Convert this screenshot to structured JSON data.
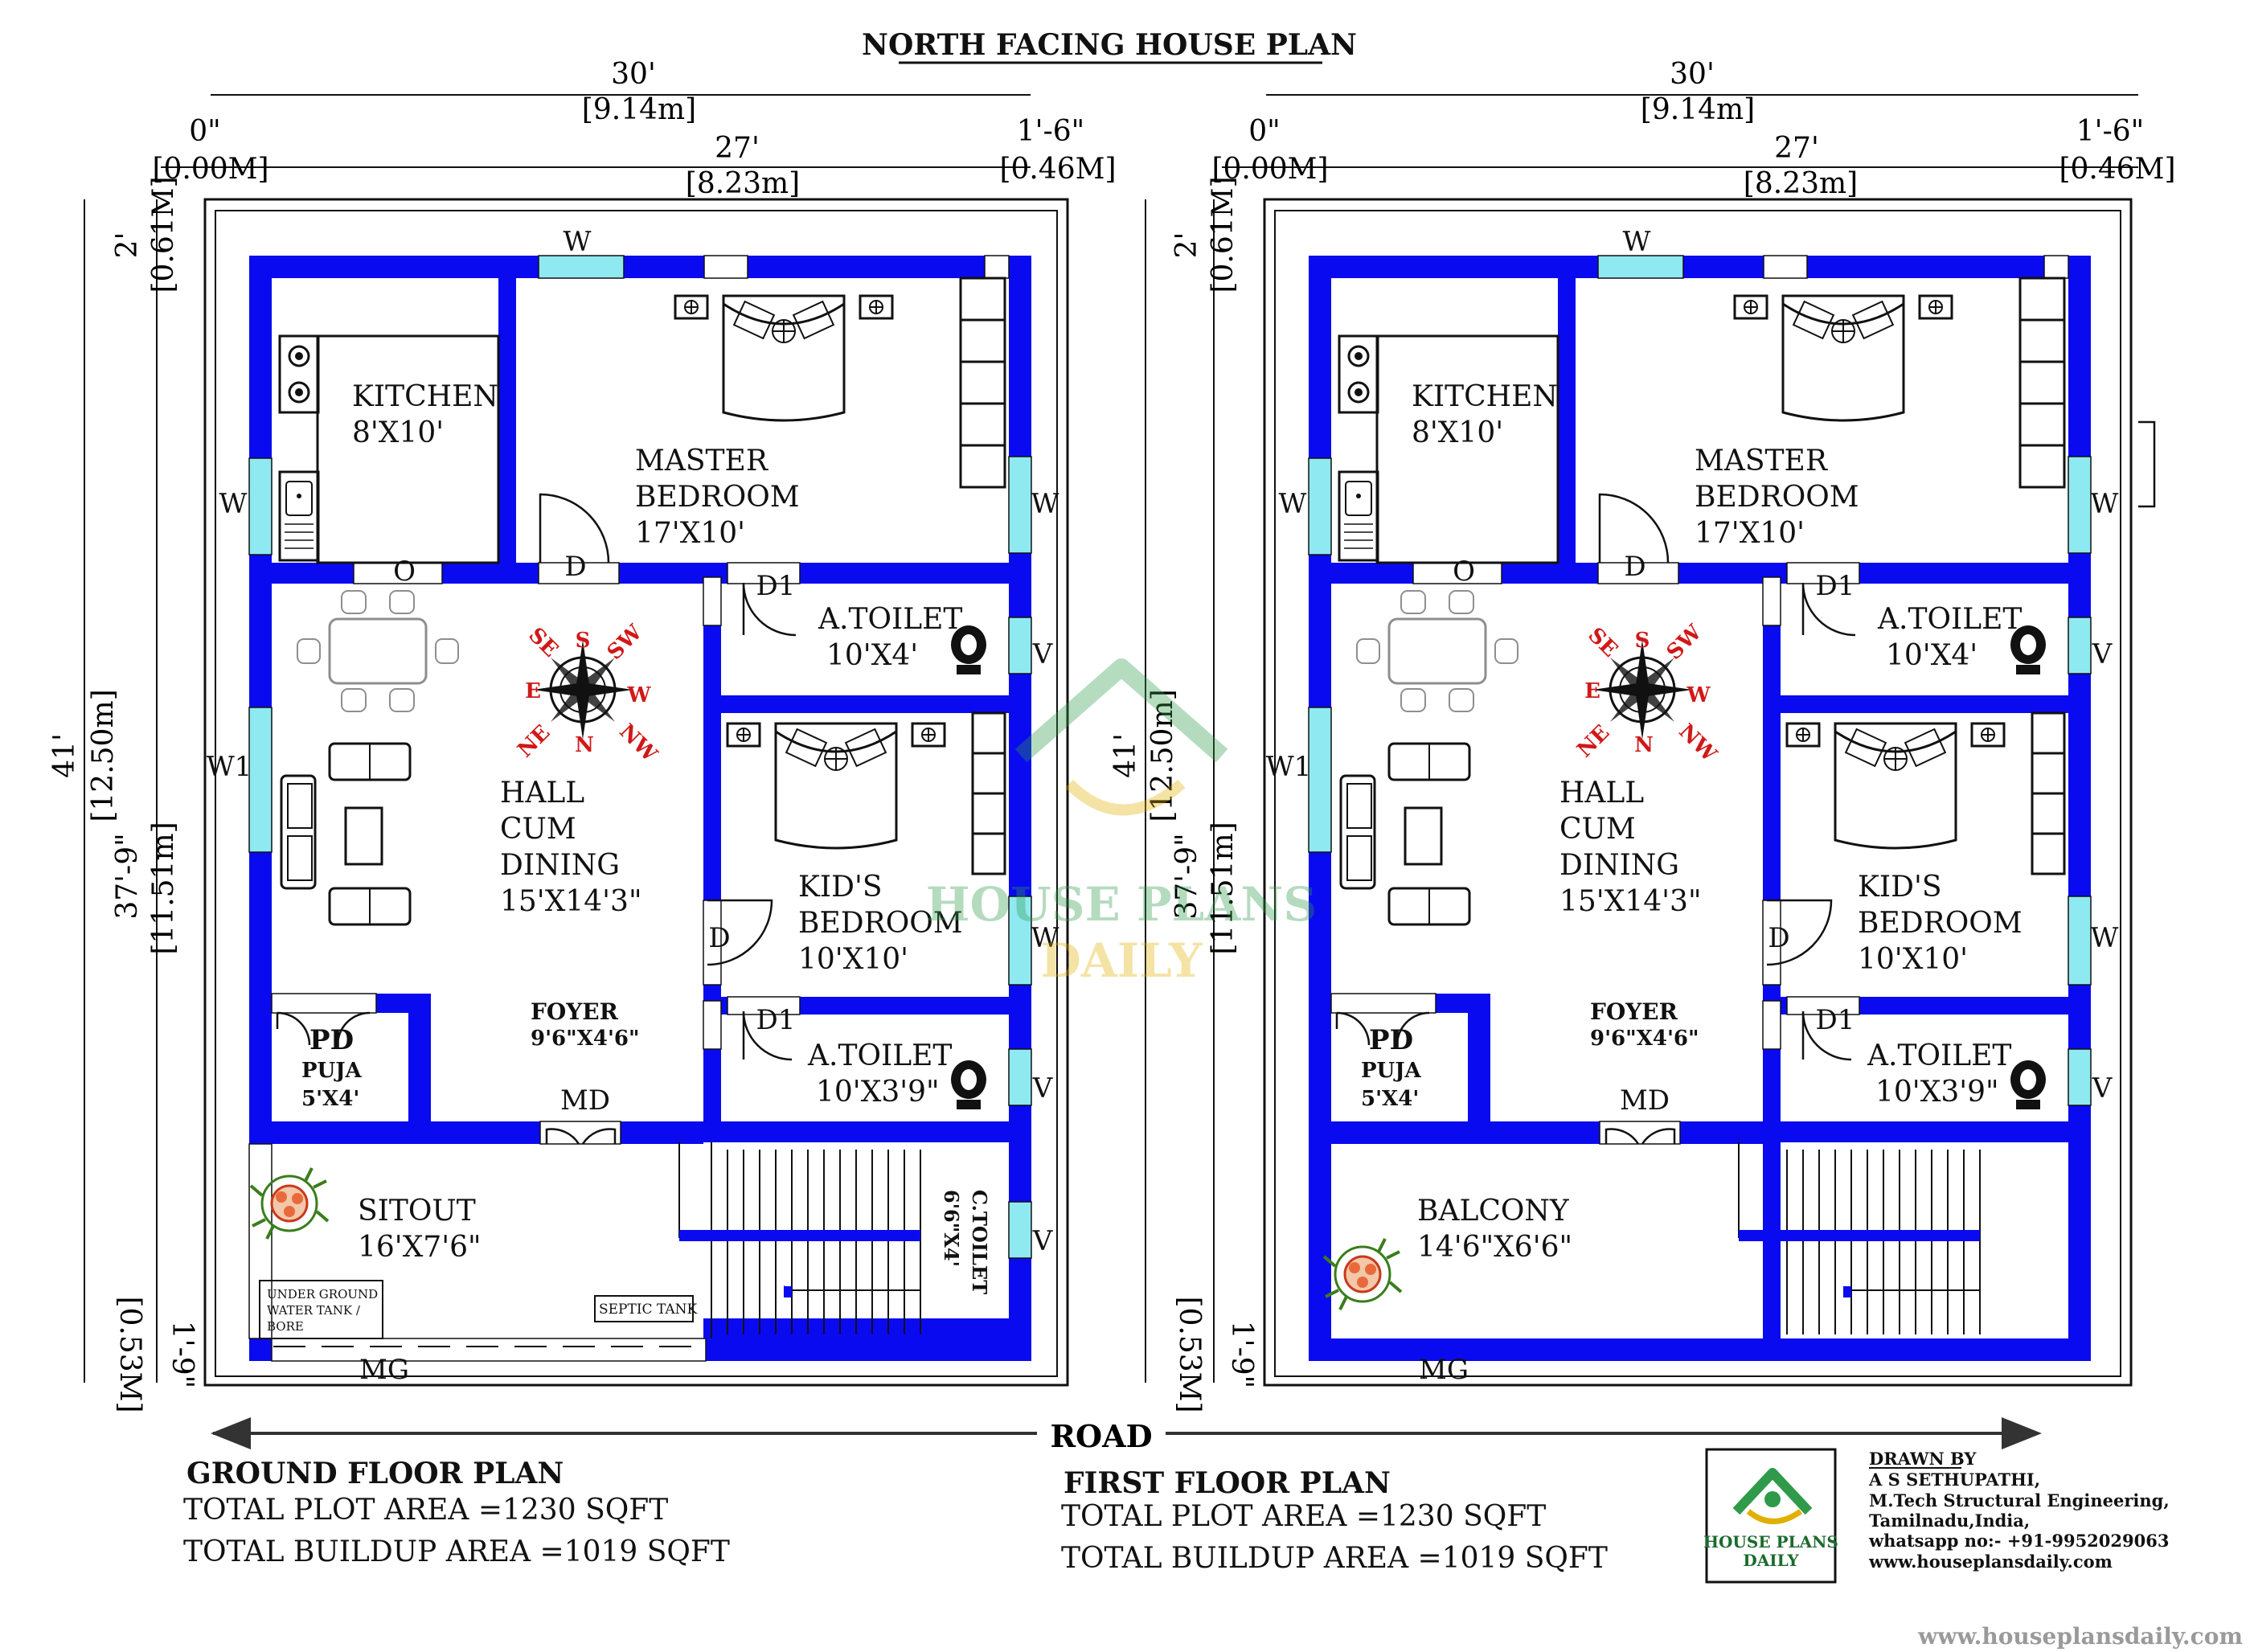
{
  "title": "NORTH FACING HOUSE PLAN",
  "colors": {
    "wall": "#0a0af0",
    "window": "#8fe9f0",
    "line": "#111111",
    "compass_red": "#d11818",
    "watermark": "#8fc9a0"
  },
  "dimensions": {
    "width_ft": "30'",
    "width_m": "[9.14m]",
    "inner_ft": "27'",
    "inner_m": "[8.23m]",
    "left_off_ft": "0\"",
    "left_off_m": "[0.00M]",
    "right_off_ft": "1'-6\"",
    "right_off_m": "[0.46M]",
    "top_ft": "2'",
    "top_m": "[0.61M]",
    "depth_ft": "41'",
    "depth_m": "[12.50m]",
    "inner_depth_ft": "37'-9\"",
    "inner_depth_m": "[11.51m]",
    "bottom_ft": "1'-9\"",
    "bottom_m": "[0.53M]"
  },
  "compass": {
    "S": "S",
    "SE": "SE",
    "SW": "SW",
    "E": "E",
    "W": "W",
    "NE": "NE",
    "N": "N",
    "NW": "NW"
  },
  "rooms": {
    "kitchen": "KITCHEN",
    "kitchen_size": "8'X10'",
    "master_1": "MASTER",
    "master_2": "BEDROOM",
    "master_size": "17'X10'",
    "toilet": "A.TOILET",
    "toilet1_size": "10'X4'",
    "toilet2_size": "10'X3'9\"",
    "hall_1": "HALL",
    "hall_2": "CUM",
    "hall_3": "DINING",
    "hall_size": "15'X14'3\"",
    "kids_1": "KID'S",
    "kids_2": "BEDROOM",
    "kids_size": "10'X10'",
    "foyer": "FOYER",
    "foyer_size": "9'6\"X4'6\"",
    "pd": "PD",
    "puja": "PUJA",
    "puja_size": "5'X4'",
    "sitout": "SITOUT",
    "sitout_size": "16'X7'6\"",
    "ctoilet": "C.TOILET",
    "ctoilet_size": "6'6\"X4'",
    "balcony": "BALCONY",
    "balcony_size": "14'6\"X6'6\"",
    "ugwt_1": "UNDER GROUND",
    "ugwt_2": "WATER TANK /",
    "ugwt_3": "BORE",
    "septic": "SEPTIC TANK"
  },
  "markers": {
    "W": "W",
    "W1": "W1",
    "V": "V",
    "O": "O",
    "D": "D",
    "D1": "D1",
    "MD": "MD",
    "MG": "MG"
  },
  "road": "ROAD",
  "ground": {
    "label": "GROUND FLOOR PLAN",
    "plot": "TOTAL PLOT AREA =1230 SQFT",
    "buildup": "TOTAL BUILDUP AREA =1019 SQFT"
  },
  "first": {
    "label": "FIRST FLOOR PLAN",
    "plot": "TOTAL PLOT AREA =1230 SQFT",
    "buildup": "TOTAL BUILDUP AREA =1019 SQFT"
  },
  "logo": {
    "line1": "HOUSE PLANS",
    "line2": "DAILY"
  },
  "credits": {
    "drawn_by": "DRAWN BY",
    "name": "A S SETHUPATHI,",
    "degree": "M.Tech Structural Engineering,",
    "place": "Tamilnadu,India,",
    "whatsapp": "whatsapp no:- +91-9952029063",
    "site": "www.houseplansdaily.com"
  },
  "footer_url": "www.houseplansdaily.com",
  "watermark": {
    "line1": "HOUSE PLANS",
    "line2": "DAILY"
  }
}
